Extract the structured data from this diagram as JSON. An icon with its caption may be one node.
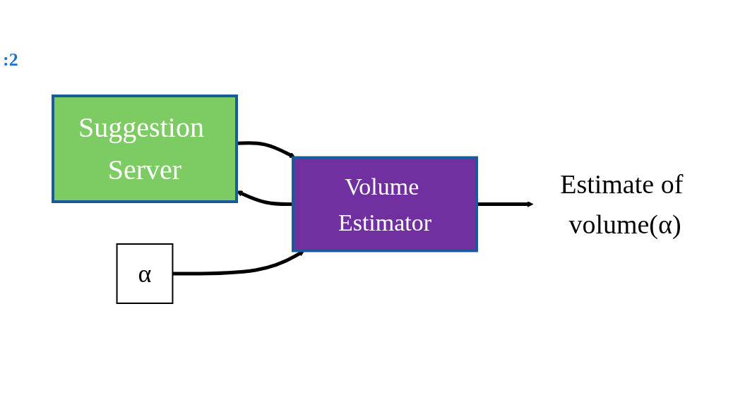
{
  "diagram": {
    "nodes": [
      {
        "text": [
          "Suggestion Server"
        ]
      },
      {
        "text": [
          "Volume Estimator"
        ]
      },
      {
        "text": [
          "α"
        ]
      },
      {
        "text": [
          "Estimate of volume(α)"
        ]
      }
    ],
    "edges": [
      {
        "from": 0,
        "to": 1,
        "arrow": "to"
      },
      {
        "from": 1,
        "to": 0,
        "arrow": "to"
      },
      {
        "from": 2,
        "to": 1,
        "arrow": "to"
      },
      {
        "from": 1,
        "to": 3,
        "arrow": "to"
      }
    ],
    "labels": [
      ":2"
    ]
  }
}
